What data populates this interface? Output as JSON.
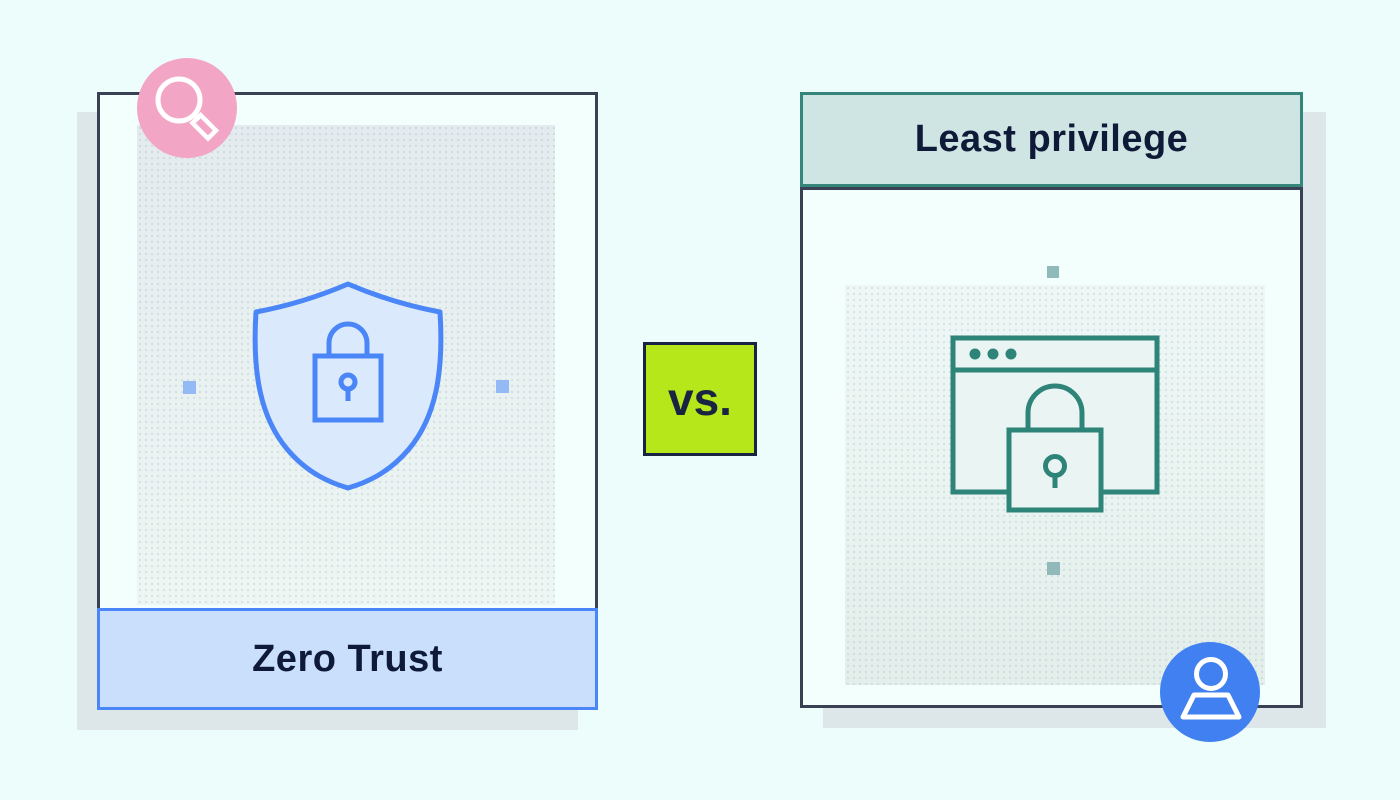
{
  "theme": {
    "page_bg": "#edfdfb",
    "navy": "#3b4154",
    "text_dark": "#0f1a38",
    "blue_accent": "#4a86f7",
    "blue_fill_light": "#dbe9fd",
    "blue_band_fill": "#c9dffb",
    "teal_accent": "#35857b",
    "teal_icon": "#2e8478",
    "teal_band_fill": "#cfe5e3",
    "icon_fill_teal": "#eaf5f3",
    "lime": "#b5e71a",
    "vs_border": "#1b2342",
    "pink": "#f3a5c6",
    "person_blue": "#4080f0",
    "shadow": "#dde7ea",
    "card_bg": "#f2fffd",
    "square_blue": "#94baf6",
    "square_teal": "#92b9ba"
  },
  "comparison": {
    "left_card": {
      "label": "Zero Trust",
      "main_icon": "shield-lock-icon",
      "badge_icon": "magnifier-icon"
    },
    "divider": {
      "label": "vs."
    },
    "right_card": {
      "label": "Least privilege",
      "main_icon": "browser-lock-icon",
      "badge_icon": "person-icon"
    }
  }
}
